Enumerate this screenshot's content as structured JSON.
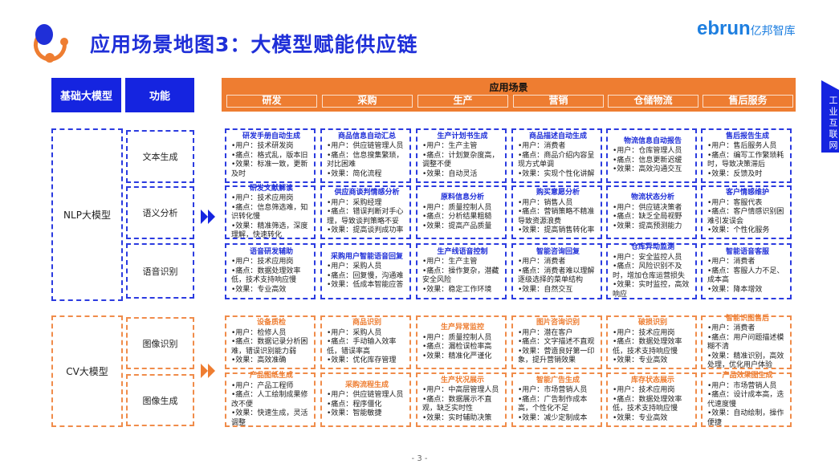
{
  "title": "应用场景地图3：大模型赋能供应链",
  "brand": {
    "latin": "ebrun",
    "cn": "亿邦智库"
  },
  "side_tab": "工业互联网",
  "page_number": "- 3 -",
  "header": {
    "base_model": "基础大模型",
    "function": "功能",
    "scenario": "应用场景",
    "categories": [
      "研发",
      "采购",
      "生产",
      "营销",
      "仓储物流",
      "售后服务"
    ]
  },
  "prefix": {
    "user": "•用户：",
    "pain": "•痛点：",
    "effect": "•效果："
  },
  "models": [
    {
      "name": "NLP大模型",
      "functions": [
        "文本生成",
        "语义分析",
        "语音识别"
      ]
    },
    {
      "name": "CV大模型",
      "functions": [
        "图像识别",
        "图像生成"
      ]
    }
  ],
  "rows": [
    [
      {
        "title": "研发手册自动生成",
        "user": "技术研发岗",
        "pain": "格式乱，版本旧",
        "effect": "标准一致，更新及时"
      },
      {
        "title": "商品信息自动汇总",
        "user": "供应链管理人员",
        "pain": "信息搜集繁琐，对比困难",
        "effect": "简化流程"
      },
      {
        "title": "生产计划书生成",
        "user": "生产主管",
        "pain": "计划复杂度高，调整不便",
        "effect": "自动灵活"
      },
      {
        "title": "商品描述自动生成",
        "user": "消费者",
        "pain": "商品介绍内容呈现方式单调",
        "effect": "实现个性化讲解"
      },
      {
        "title": "物流信息自动报告",
        "user": "仓库管理人员",
        "pain": "信息更新迟缓",
        "effect": "高效沟通交互"
      },
      {
        "title": "售后报告生成",
        "user": "售后服务人员",
        "pain": "编写工作繁琐耗时，导致决策滞后",
        "effect": "反馈及时"
      }
    ],
    [
      {
        "title": "研发文献解读",
        "user": "技术应用岗",
        "pain": "信息筛选难，知识转化慢",
        "effect": "精准筛选，深度理解，快速转化"
      },
      {
        "title": "供应商谈判情感分析",
        "user": "采购经理",
        "pain": "错误判断对手心理，导致谈判策略不妥",
        "effect": "提高谈判成功率"
      },
      {
        "title": "原料信息分析",
        "user": "质量控制人员",
        "pain": "分析结果粗糙",
        "effect": "提高产品质量"
      },
      {
        "title": "购买意愿分析",
        "user": "销售人员",
        "pain": "营销策略不精准导致资源浪费",
        "effect": "提高销售转化率"
      },
      {
        "title": "物流状态分析",
        "user": "供应链决策者",
        "pain": "缺乏全局视野",
        "effect": "提高预测能力"
      },
      {
        "title": "客户情感维护",
        "user": "客服代表",
        "pain": "客户情感识别困难引发误会",
        "effect": "个性化服务"
      }
    ],
    [
      {
        "title": "语音研发辅助",
        "user": "技术应用岗",
        "pain": "数据处理效率低，技术支持响应慢",
        "effect": "专业高效"
      },
      {
        "title": "采购用户智能语音回复",
        "user": "采购人员",
        "pain": "回复慢，沟通难",
        "effect": "低成本智能应答"
      },
      {
        "title": "生产线语音控制",
        "user": "生产主管",
        "pain": "操作复杂，潜藏安全风险",
        "effect": "稳定工作环境"
      },
      {
        "title": "智能咨询回复",
        "user": "消费者",
        "pain": "消费者难以理解逐级选择的菜单结构",
        "effect": "自然交互"
      },
      {
        "title": "仓库异动监测",
        "user": "安全监控人员",
        "pain": "风险识别不及时，增加仓库运营损失",
        "effect": "实时监控，高效响应"
      },
      {
        "title": "智能语音客服",
        "user": "消费者",
        "pain": "客服人力不足、成本高",
        "effect": "降本增效"
      }
    ],
    [
      {
        "title": "设备质检",
        "user": "检修人员",
        "pain": "数据记录分析困难，错误识别能力弱",
        "effect": "高效准确"
      },
      {
        "title": "商品识别",
        "user": "采购人员",
        "pain": "手动输入效率低，错误率高",
        "effect": "优化库存管理"
      },
      {
        "title": "生产异常监控",
        "user": "质量控制人员",
        "pain": "漏检误检率高",
        "effect": "精准化严谨化"
      },
      {
        "title": "图片咨询识别",
        "user": "潜在客户",
        "pain": "文字描述不直观",
        "effect": "营造良好第一印象，提升营销效果"
      },
      {
        "title": "破损识别",
        "user": "技术应用岗",
        "pain": "数据处理效率低，技术支持响应慢",
        "effect": "专业高效"
      },
      {
        "title": "智能识图售后",
        "user": "消费者",
        "pain": "用户问题描述模糊不清",
        "effect": "精准识别，高效处理，优化用户体验"
      }
    ],
    [
      {
        "title": "产品图纸生成",
        "user": "产品工程师",
        "pain": "人工绘制成果修改不便",
        "effect": "快速生成，灵活调整"
      },
      {
        "title": "采购流程生成",
        "user": "供应链管理人员",
        "pain": "程序僵化",
        "effect": "智能敏捷"
      },
      {
        "title": "生产状况展示",
        "user": "中高层管理人员",
        "pain": "数据展示不直观，缺乏实时性",
        "effect": "实时辅助决策"
      },
      {
        "title": "智能广告生成",
        "user": "市场营销人员",
        "pain": "广告制作成本高，个性化不足",
        "effect": "减少定制成本"
      },
      {
        "title": "库存状态展示",
        "user": "技术应用岗",
        "pain": "数据处理效率低，技术支持响应慢",
        "effect": "专业高效"
      },
      {
        "title": "产品效果图生成",
        "user": "市场营销人员",
        "pain": "设计成本高，迭代速度慢",
        "effect": "自动绘制，操作便捷"
      }
    ]
  ],
  "colors": {
    "blue": "#1524e0",
    "orange": "#ee7d31"
  }
}
